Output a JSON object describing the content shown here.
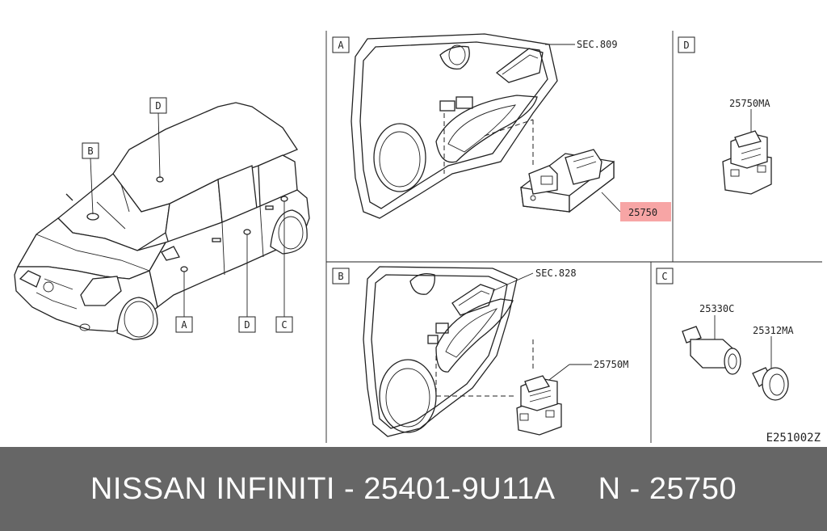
{
  "diagram": {
    "view_markers": {
      "a": "A",
      "b": "B",
      "c": "C",
      "d": "D"
    },
    "panels": {
      "a": {
        "tag": "A",
        "sec": "SEC.809",
        "part": "25750"
      },
      "b": {
        "tag": "B",
        "sec": "SEC.828",
        "part": "25750M"
      },
      "c": {
        "tag": "C",
        "part1": "25330C",
        "part2": "25312MA"
      },
      "d": {
        "tag": "D",
        "part": "25750MA"
      }
    },
    "diagram_code": "E251002Z",
    "highlight_color": "#f7a5a5"
  },
  "footer": {
    "brand": "NISSAN INFINITI",
    "separator": " - ",
    "part_number": "25401-9U11A",
    "gap": "     ",
    "ref_prefix": "N",
    "ref_number": "25750",
    "bg_color": "#666666"
  }
}
